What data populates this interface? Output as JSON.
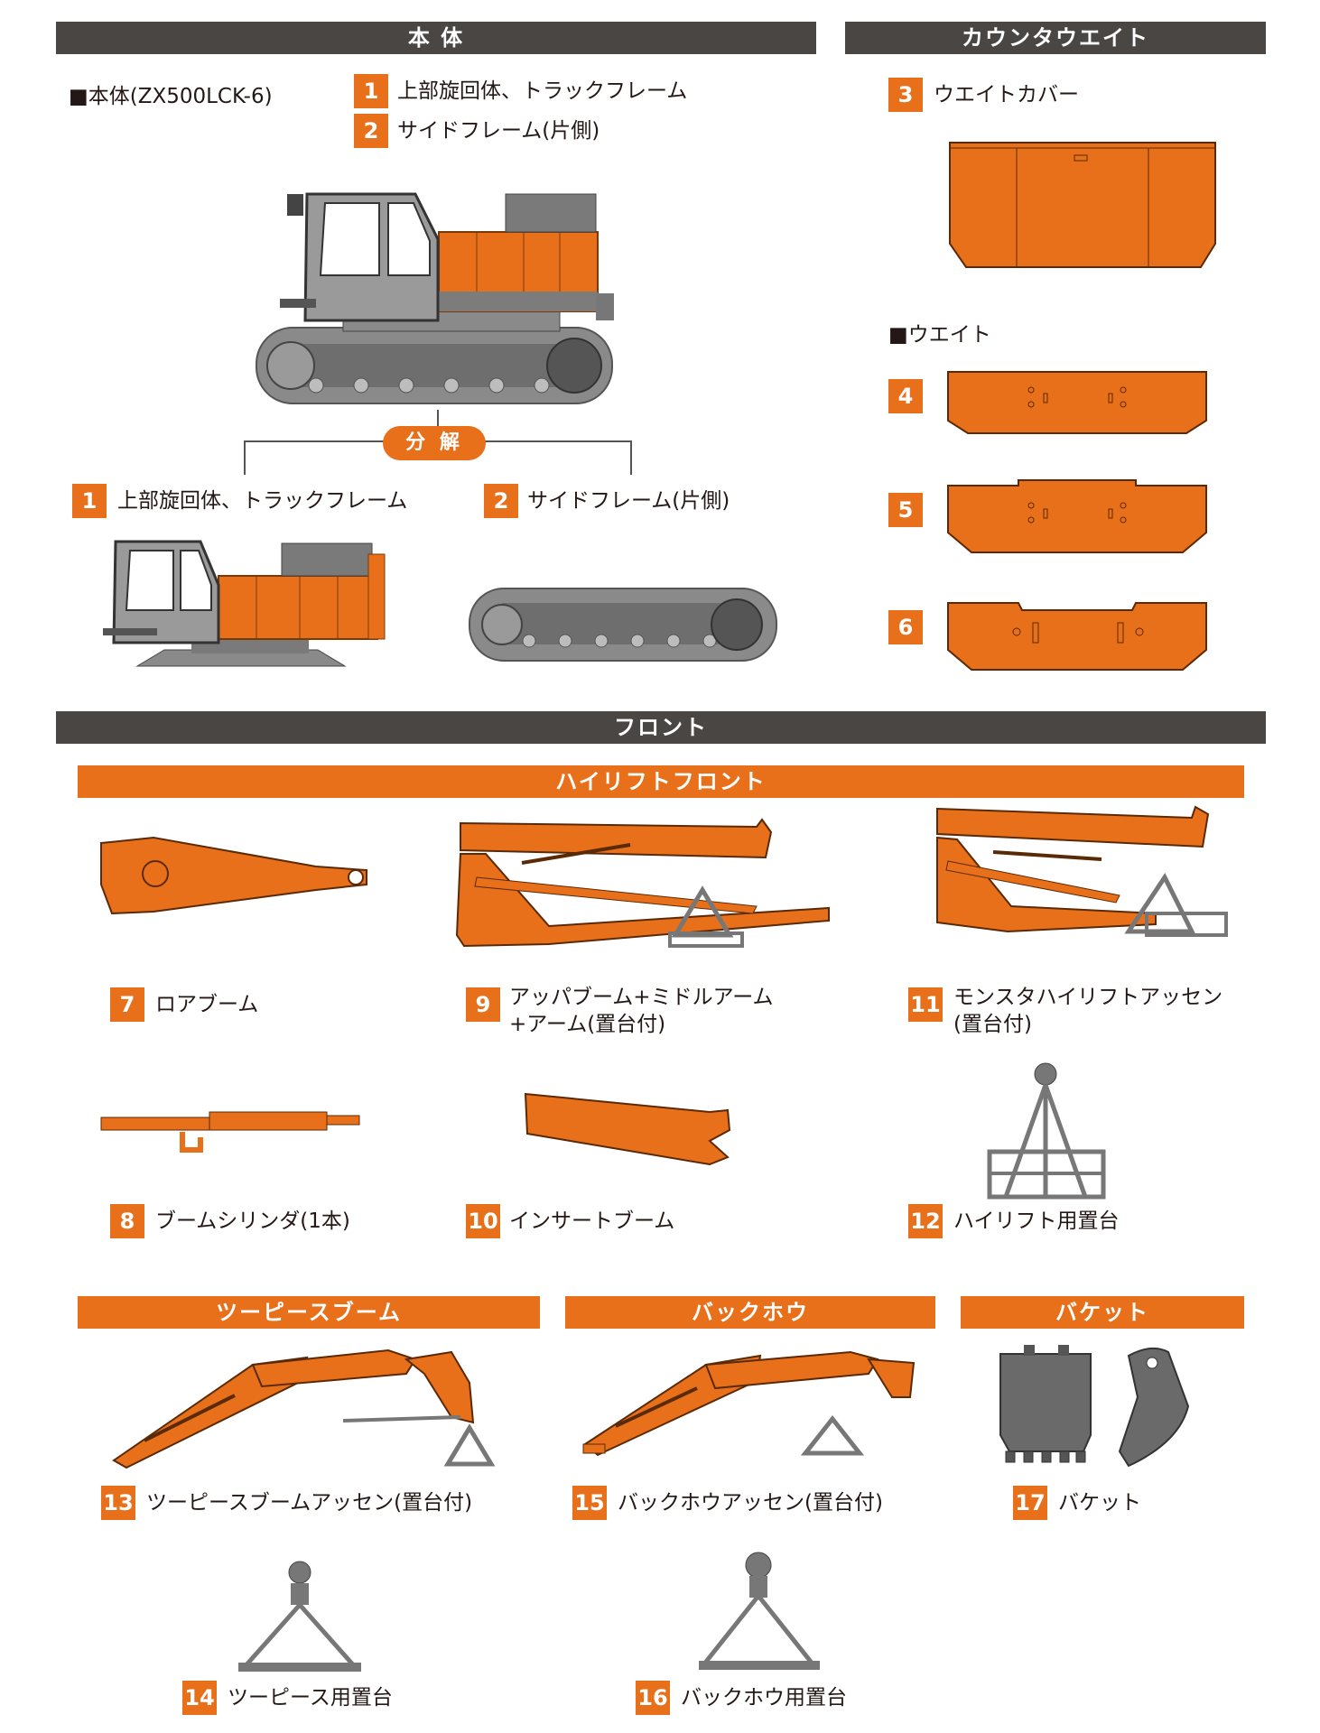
{
  "sections": {
    "honntai": "本 体",
    "counterweight": "カウンタウエイト",
    "front": "フロント",
    "highlift_front": "ハイリフトフロント",
    "two_piece_boom": "ツーピースブーム",
    "backhoe": "バックホウ",
    "bucket": "バケット"
  },
  "body_model": "■本体(ZX500LCK-6)",
  "weight_heading": "■ウエイト",
  "disassemble": "分 解",
  "items": {
    "i1": {
      "num": "1",
      "label": "上部旋回体、トラックフレーム"
    },
    "i2": {
      "num": "2",
      "label": "サイドフレーム(片側)"
    },
    "i3": {
      "num": "3",
      "label": "ウエイトカバー"
    },
    "i4": {
      "num": "4"
    },
    "i5": {
      "num": "5"
    },
    "i6": {
      "num": "6"
    },
    "i7": {
      "num": "7",
      "label": "ロアブーム"
    },
    "i8": {
      "num": "8",
      "label": "ブームシリンダ(1本)"
    },
    "i9": {
      "num": "9",
      "label": "アッパブーム+ミドルアーム",
      "label2": "+アーム(置台付)"
    },
    "i10": {
      "num": "10",
      "label": "インサートブーム"
    },
    "i11": {
      "num": "11",
      "label": "モンスタハイリフトアッセン",
      "label2": "(置台付)"
    },
    "i12": {
      "num": "12",
      "label": "ハイリフト用置台"
    },
    "i13": {
      "num": "13",
      "label": "ツーピースブームアッセン(置台付)"
    },
    "i14": {
      "num": "14",
      "label": "ツーピース用置台"
    },
    "i15": {
      "num": "15",
      "label": "バックホウアッセン(置台付)"
    },
    "i16": {
      "num": "16",
      "label": "バックホウ用置台"
    },
    "i17": {
      "num": "17",
      "label": "バケット"
    }
  },
  "colors": {
    "accent": "#e8701a",
    "dark_bar": "#4a4644",
    "machine_gray": "#8a8a8a"
  }
}
